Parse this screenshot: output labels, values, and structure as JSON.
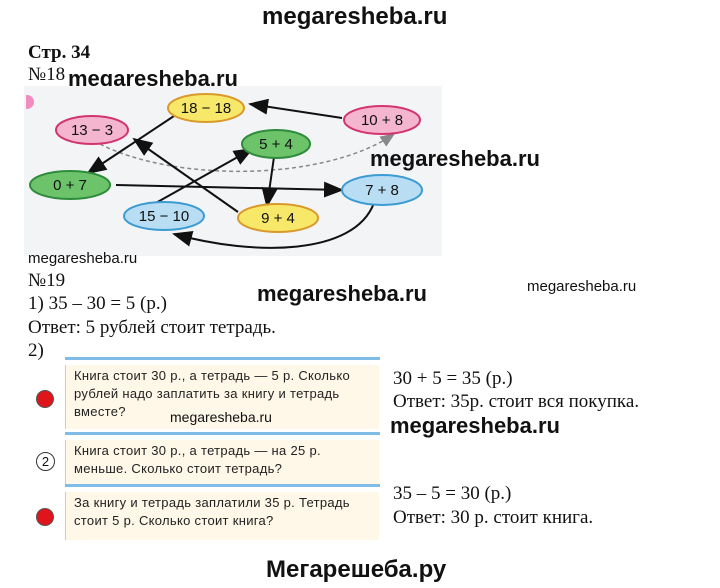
{
  "watermarks": {
    "top": "megaresheba.ru",
    "ex18_label": "megaresheba.ru",
    "diagram_right": "megaresheba.ru",
    "diagram_bottom_left": "megaresheba.ru",
    "row19_center": "megaresheba.ru",
    "row19_right": "megaresheba.ru",
    "tasks_middle": "megaresheba.ru",
    "answers_middle": "megaresheba.ru",
    "bottom": "Мегарешеба.ру"
  },
  "page_label": "Стр. 34",
  "ex18": {
    "number": "№18",
    "nodes": [
      {
        "id": "n18_18",
        "text": "18 − 18",
        "fill": "#f7e86a",
        "stroke": "#d99a2b"
      },
      {
        "id": "n10_8",
        "text": "10 + 8",
        "fill": "#f4b6cf",
        "stroke": "#d2346f"
      },
      {
        "id": "n13_3",
        "text": "13 − 3",
        "fill": "#f4b6cf",
        "stroke": "#d2346f"
      },
      {
        "id": "n5_4",
        "text": "5 + 4",
        "fill": "#6cc36a",
        "stroke": "#2e8b3a"
      },
      {
        "id": "n0_7",
        "text": "0 + 7",
        "fill": "#6cc36a",
        "stroke": "#2e8b3a"
      },
      {
        "id": "n7_8",
        "text": "7 + 8",
        "fill": "#b9def3",
        "stroke": "#3d9bd3"
      },
      {
        "id": "n15_10",
        "text": "15 − 10",
        "fill": "#b9def3",
        "stroke": "#3d9bd3"
      },
      {
        "id": "n9_4",
        "text": "9 + 4",
        "fill": "#f7e86a",
        "stroke": "#d99a2b"
      }
    ]
  },
  "ex19": {
    "number": "№19",
    "part1_calc": "1) 35 – 30 = 5 (р.)",
    "part1_answer": "Ответ: 5 рублей стоит тетрадь.",
    "part2_label": "2)",
    "tasks": [
      {
        "text": "Книга стоит 30 р., а тетрадь — 5 р. Сколько рублей надо заплатить за книгу и тетрадь вместе?",
        "marker": "red-dot"
      },
      {
        "text": "Книга стоит 30 р., а тетрадь — на 25 р. меньше. Сколько стоит тетрадь?",
        "marker": "2"
      },
      {
        "text": "За книгу и тетрадь заплатили 35 р. Тетрадь стоит 5 р. Сколько стоит книга?",
        "marker": "red-dot"
      }
    ],
    "answer_a_calc": "30 + 5 = 35 (р.)",
    "answer_a_text": "Ответ: 35р. стоит вся покупка.",
    "answer_c_calc": "35 – 5 = 30 (р.)",
    "answer_c_text": "Ответ: 30 р. стоит книга."
  }
}
